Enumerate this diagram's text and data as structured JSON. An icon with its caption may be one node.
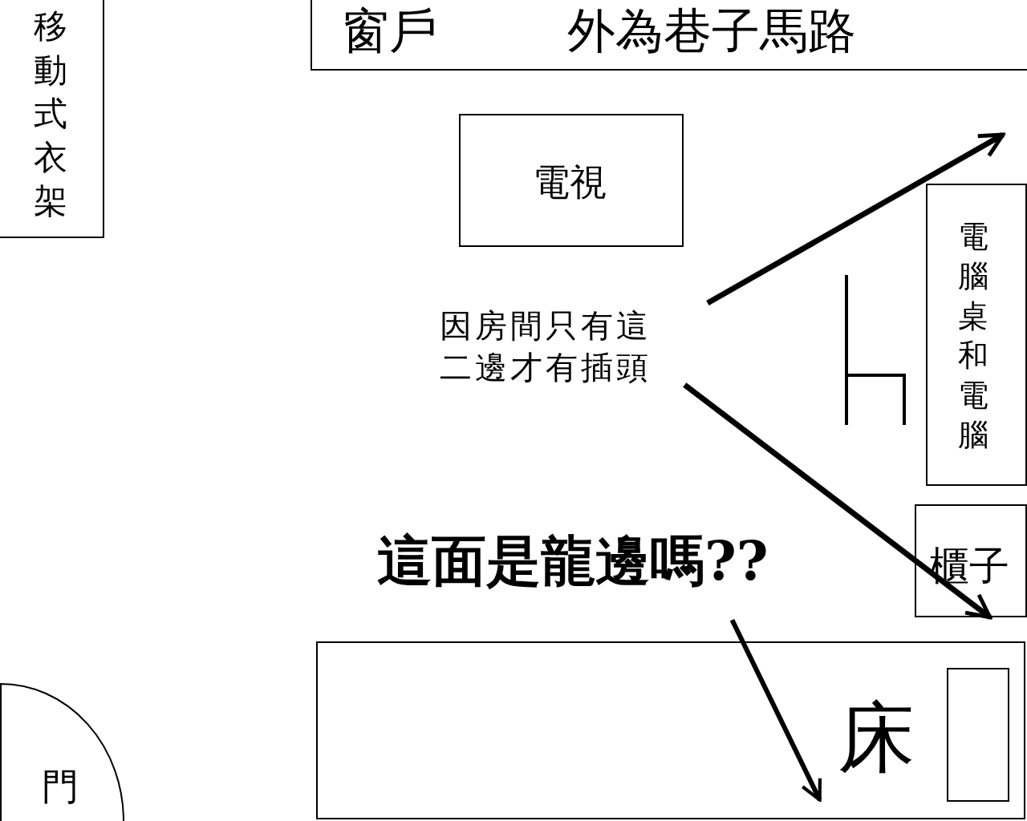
{
  "diagram": {
    "nodes": [
      {
        "text": [
          "移動式衣架"
        ]
      },
      {
        "text": [
          "窗戶",
          "外為巷子馬路"
        ]
      },
      {
        "text": [
          "電視"
        ]
      },
      {
        "text": [
          "因房間只有這二邊才有插頭"
        ]
      },
      {
        "text": [
          "電腦桌和電腦"
        ]
      },
      {
        "text": [
          "櫃子"
        ]
      },
      {
        "text": [
          "這面是龍邊嗎??"
        ]
      },
      {
        "text": [
          "床"
        ]
      },
      {
        "text": [],
        "shape": "box",
        "in": 7
      },
      {
        "text": [
          "門"
        ]
      }
    ],
    "edges": [
      {
        "from": 3,
        "to": null,
        "arrow": "to"
      },
      {
        "from": 3,
        "to": 5,
        "arrow": "to"
      },
      {
        "from": 6,
        "to": 7,
        "arrow": "to"
      }
    ]
  }
}
